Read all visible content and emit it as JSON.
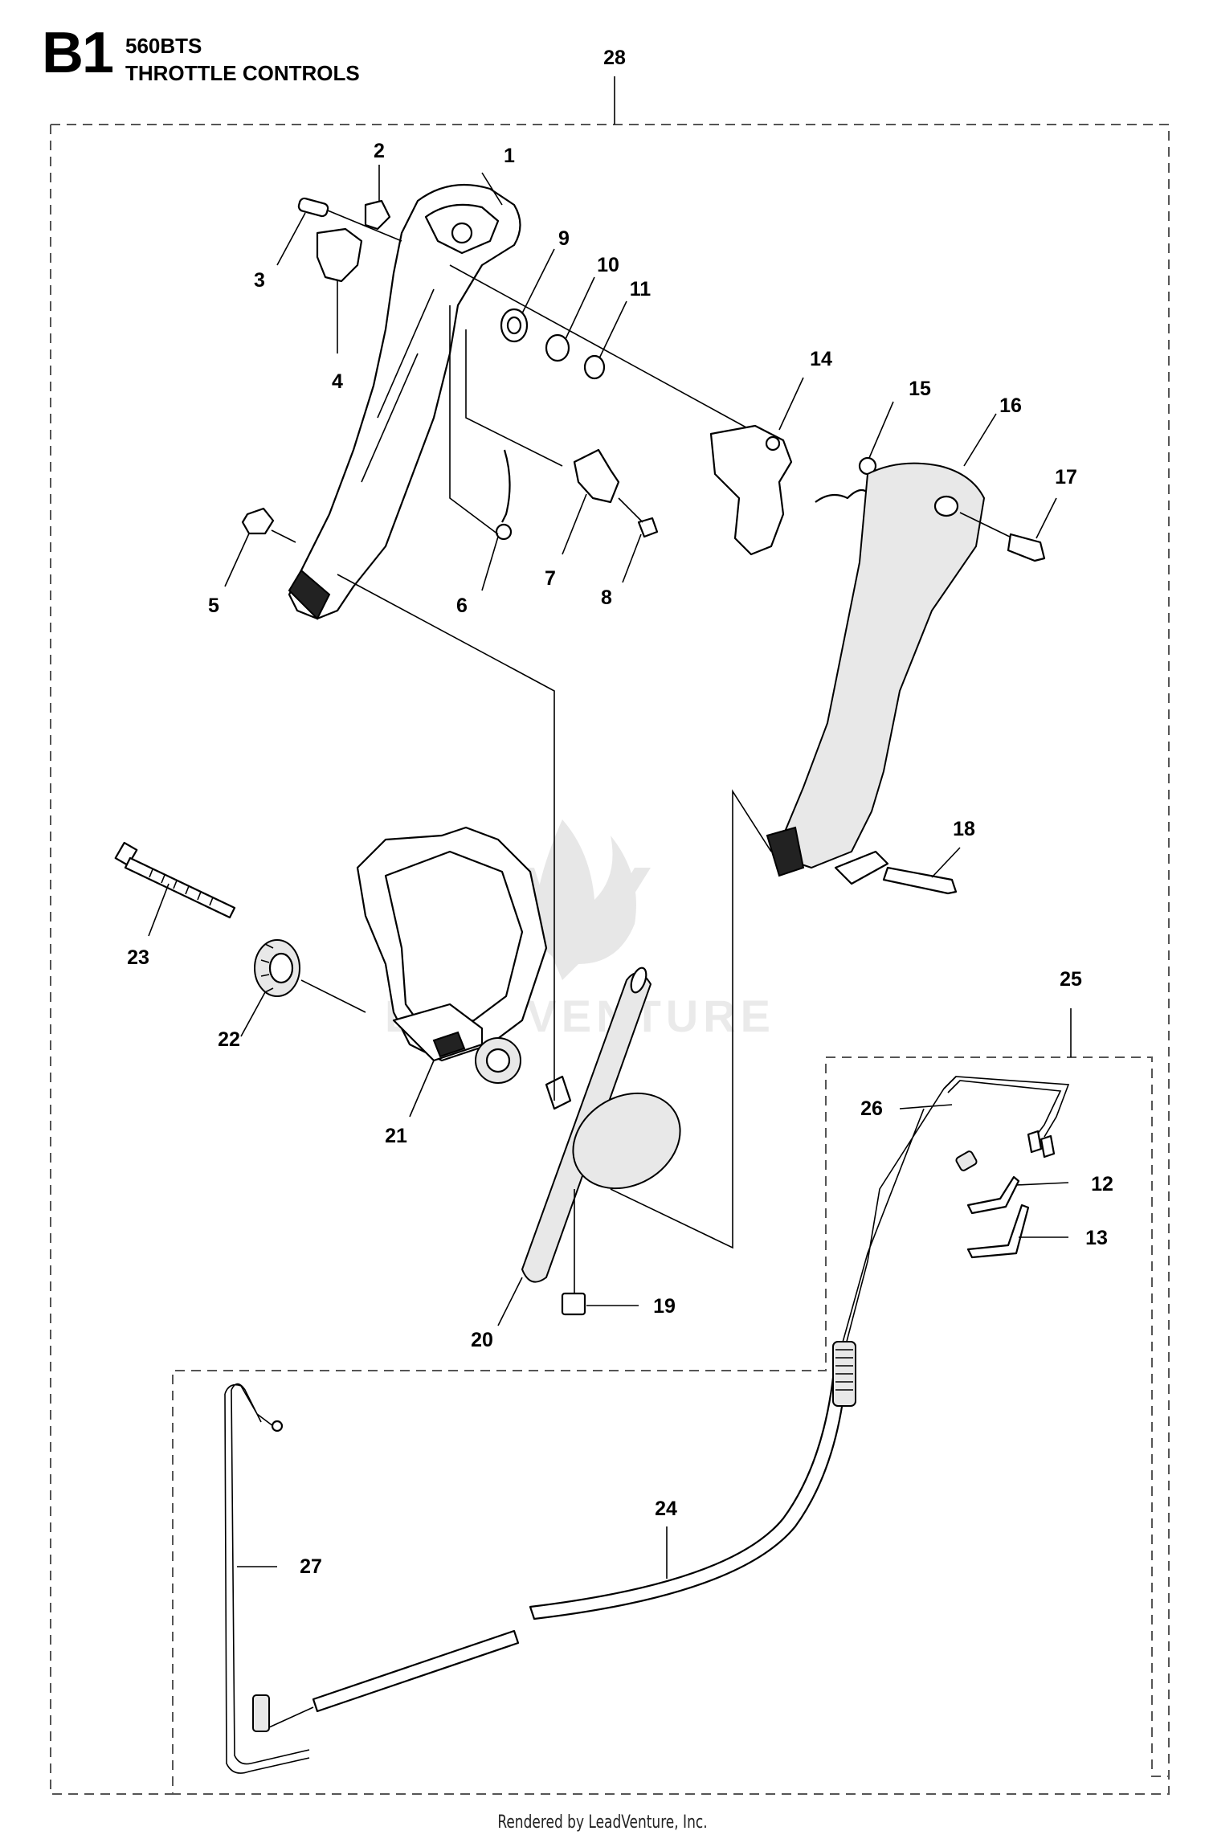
{
  "header": {
    "code": "B1",
    "model": "560BTS",
    "title": "THROTTLE CONTROLS"
  },
  "footer": {
    "text": "Rendered by LeadVenture, Inc."
  },
  "watermark": {
    "text": "LEADVENTURE"
  },
  "callouts": [
    {
      "id": "1",
      "label": "1"
    },
    {
      "id": "2",
      "label": "2"
    },
    {
      "id": "3",
      "label": "3"
    },
    {
      "id": "4",
      "label": "4"
    },
    {
      "id": "5",
      "label": "5"
    },
    {
      "id": "6",
      "label": "6"
    },
    {
      "id": "7",
      "label": "7"
    },
    {
      "id": "8",
      "label": "8"
    },
    {
      "id": "9",
      "label": "9"
    },
    {
      "id": "10",
      "label": "10"
    },
    {
      "id": "11",
      "label": "11"
    },
    {
      "id": "12",
      "label": "12"
    },
    {
      "id": "13",
      "label": "13"
    },
    {
      "id": "14",
      "label": "14"
    },
    {
      "id": "15",
      "label": "15"
    },
    {
      "id": "16",
      "label": "16"
    },
    {
      "id": "17",
      "label": "17"
    },
    {
      "id": "18",
      "label": "18"
    },
    {
      "id": "19",
      "label": "19"
    },
    {
      "id": "20",
      "label": "20"
    },
    {
      "id": "21",
      "label": "21"
    },
    {
      "id": "22",
      "label": "22"
    },
    {
      "id": "23",
      "label": "23"
    },
    {
      "id": "24",
      "label": "24"
    },
    {
      "id": "25",
      "label": "25"
    },
    {
      "id": "26",
      "label": "26"
    },
    {
      "id": "27",
      "label": "27"
    },
    {
      "id": "28",
      "label": "28"
    }
  ]
}
